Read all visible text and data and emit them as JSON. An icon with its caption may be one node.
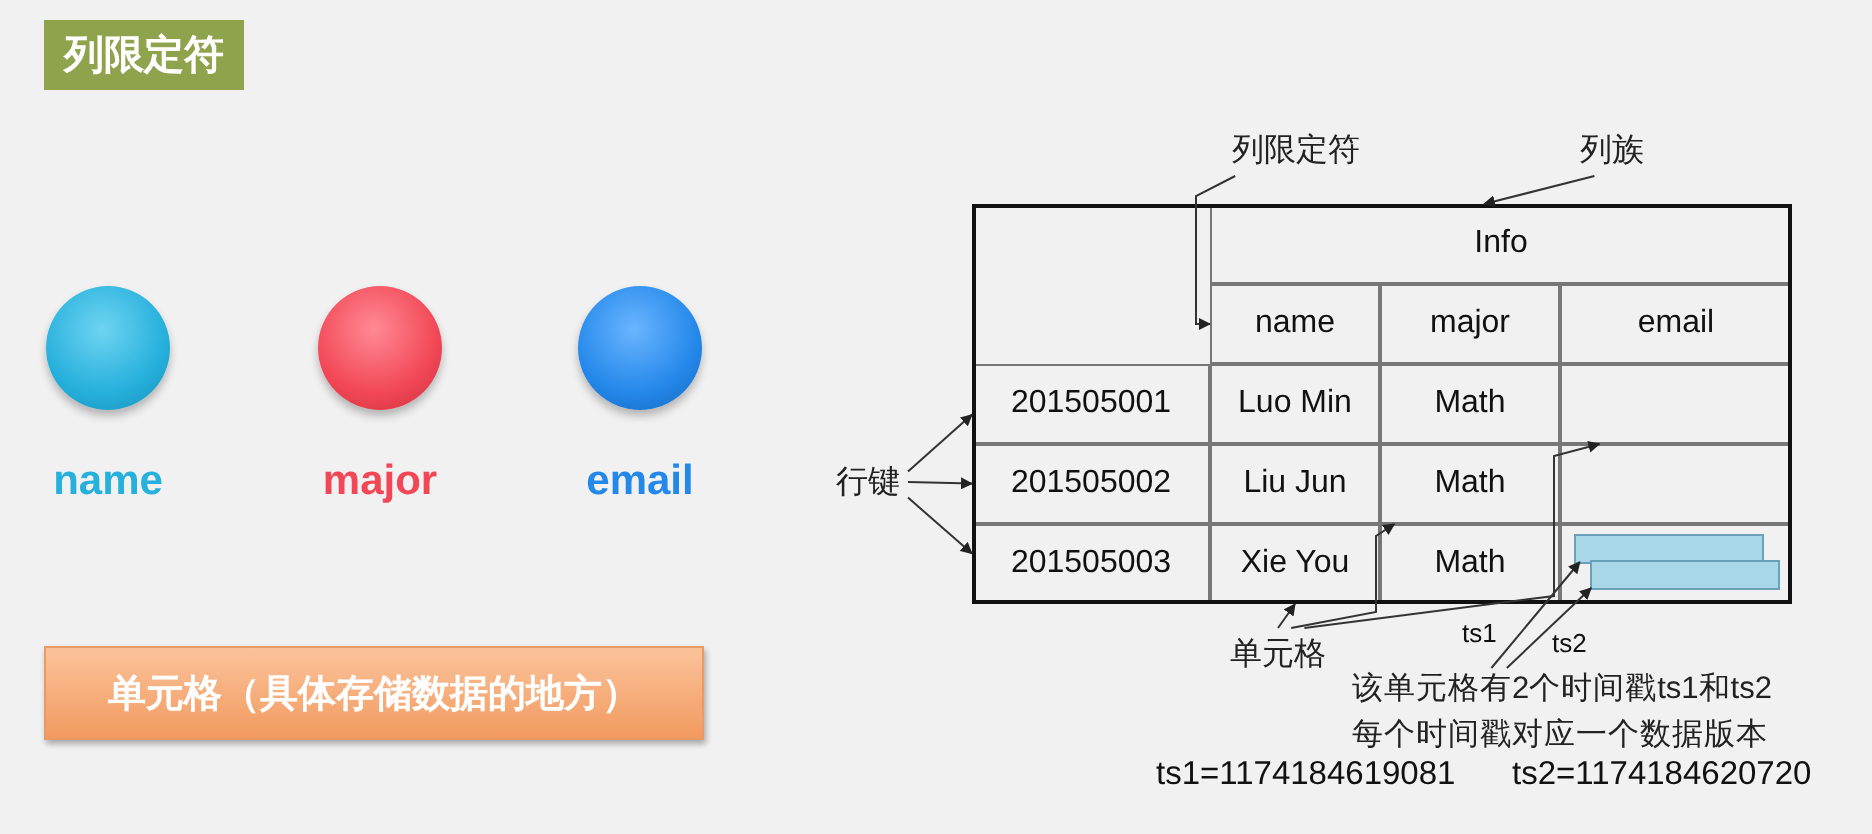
{
  "diagram": {
    "title": "列限定符",
    "nodes": [
      {
        "text": [],
        "shape": "circle",
        "beside": [
          "name"
        ]
      },
      {
        "text": [],
        "shape": "circle",
        "beside": [
          "major"
        ]
      },
      {
        "text": [],
        "shape": "circle",
        "beside": [
          "email"
        ]
      },
      {
        "text": [
          "单元格（具体存储数据的地方）"
        ]
      },
      {
        "text": [
          "列限定符"
        ]
      },
      {
        "text": [
          "列族"
        ]
      },
      {
        "text": [
          "Info"
        ]
      },
      {
        "text": [
          "name"
        ]
      },
      {
        "text": [
          "major"
        ]
      },
      {
        "text": [
          "email"
        ]
      },
      {
        "text": [
          "201505001"
        ]
      },
      {
        "text": [
          "Luo Min"
        ]
      },
      {
        "text": [
          "Math"
        ]
      },
      {
        "text": [],
        "shape": "box"
      },
      {
        "text": [
          "201505002"
        ]
      },
      {
        "text": [
          "Liu Jun"
        ]
      },
      {
        "text": [
          "Math"
        ]
      },
      {
        "text": [],
        "shape": "box"
      },
      {
        "text": [
          "201505003"
        ]
      },
      {
        "text": [
          "Xie You"
        ]
      },
      {
        "text": [
          "Math"
        ]
      },
      {
        "text": [],
        "shape": "box"
      },
      {
        "text": [],
        "shape": "box",
        "in": 21
      },
      {
        "text": [],
        "shape": "box",
        "in": 21
      },
      {
        "text": [
          "行键"
        ]
      },
      {
        "text": [
          "单元格"
        ]
      },
      {
        "text": [
          "该单元格有2个时间戳ts1和ts2",
          "每个时间戳对应一个数据版本"
        ]
      }
    ],
    "edges": [
      {
        "from": 4,
        "to": 7,
        "arrow": "to"
      },
      {
        "from": 5,
        "to": 6,
        "arrow": "to"
      },
      {
        "from": 24,
        "to": 10,
        "arrow": "to"
      },
      {
        "from": 24,
        "to": 14,
        "arrow": "to"
      },
      {
        "from": 24,
        "to": 18,
        "arrow": "to"
      },
      {
        "from": 25,
        "to": 19,
        "arrow": "to"
      },
      {
        "from": 25,
        "to": 16,
        "arrow": "to"
      },
      {
        "from": 25,
        "to": 13,
        "arrow": "to"
      },
      {
        "from": 26,
        "to": 22,
        "arrow": "to",
        "label": "ts1"
      },
      {
        "from": 26,
        "to": 23,
        "arrow": "to",
        "label": "ts2"
      }
    ],
    "labels": [
      "ts1=1174184619081",
      "ts2=1174184620720"
    ]
  }
}
